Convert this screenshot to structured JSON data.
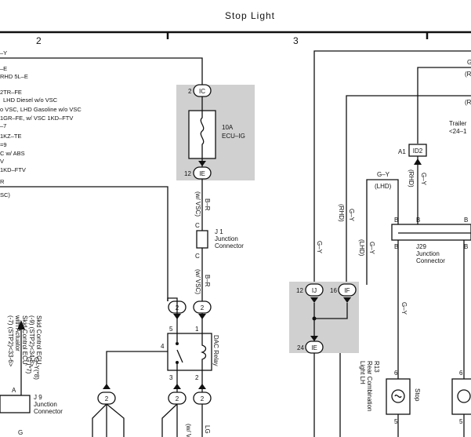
{
  "title": "Stop Light",
  "grid": {
    "col2": "2",
    "col3": "3"
  },
  "left_labels": [
    "–Y",
    "–E",
    "RHD 5L–E",
    "2TR–FE",
    "LHD Diesel w/o VSC",
    "o VSC,  LHD Gasoline w/o VSC",
    "1GR–FE,  w/ VSC 1KD–FTV",
    "–7",
    "1KZ–TE",
    "=9",
    "C w/ ABS",
    "V",
    "1KD–FTV",
    "R",
    "SC)"
  ],
  "left_vertical": [
    "Skid Control ECU",
    "(-9) (STP2)<34-8>",
    "Skid Control ECU",
    "with Actuator",
    "(-7) (STP2)<33-6>"
  ],
  "left_wire": {
    "a": "G (*7)",
    "b": "G–Y(*8)",
    "pin": "A"
  },
  "j9": {
    "id": "J 9",
    "l1": "Junction",
    "l2": "Connector"
  },
  "left_bottom": "G",
  "ecu_ig": {
    "pin_top": "2",
    "conn_top": "IC",
    "pin_bot": "12",
    "conn_bot": "IE",
    "amp": "10A",
    "name": "ECU–IG"
  },
  "col2_wires": {
    "br1": "B–R",
    "vsc1": "(w/ VSC)",
    "c_top": "C",
    "c_bot": "C",
    "br2": "B–R",
    "vsc2": "(w/ VSC)",
    "lg": "LG",
    "vs": "(w/ VS"
  },
  "j1": {
    "id": "J 1",
    "l1": "Junction",
    "l2": "Connector"
  },
  "dac": {
    "name": "DAC Relay",
    "p5": "5",
    "p1": "1",
    "p4": "4",
    "p3": "3",
    "p2": "2"
  },
  "connectors": {
    "c2": "2"
  },
  "col3": {
    "gy_top": "G–Y",
    "lhd_top": "(LHD)",
    "rhd_top": "(RHD)",
    "gy_v1": "G–Y",
    "rhd_v1": "(RHD)",
    "lhd_v2": "(LHD)",
    "gy_v2": "G–Y",
    "gy_v3": "G–Y",
    "gy_v4": "G–Y",
    "right_g": "G",
    "right_r1": "(R",
    "right_r2": "(R",
    "a1": "A1",
    "id2": "ID2",
    "b1": "B",
    "b2": "B",
    "b3": "B",
    "b4": "B",
    "b5": "B",
    "trailer1": "Trailer",
    "trailer2": "<24–1",
    "ij_pin": "12",
    "ij": "IJ",
    "if_pin": "16",
    "if": "IF",
    "ie_pin": "24",
    "ie": "IE",
    "r13_1": "R13",
    "r13_2": "Rear Combination",
    "r13_3": "Light LH",
    "p6a": "6",
    "p5a": "5",
    "p6b": "6",
    "p5b": "5",
    "stop": "Stop"
  },
  "j29": {
    "id": "J29",
    "l1": "Junction",
    "l2": "Connector"
  }
}
